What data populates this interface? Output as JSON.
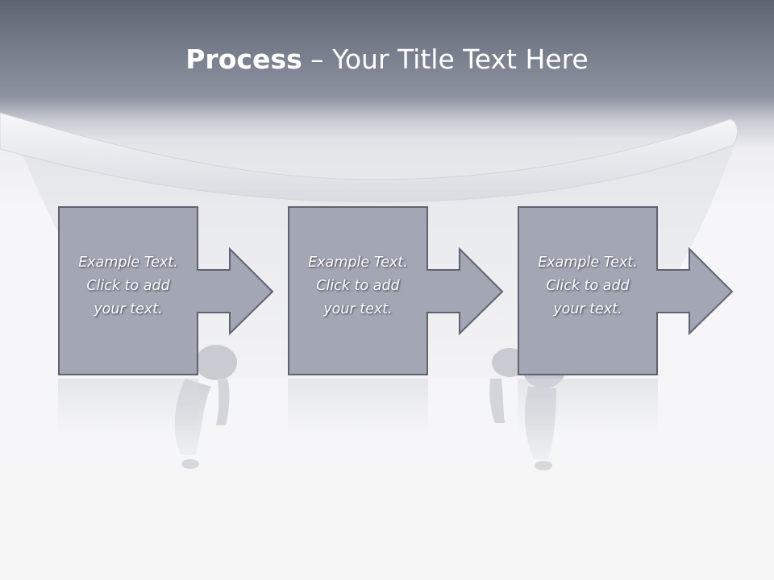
{
  "slide": {
    "title_bold": "Process",
    "title_rest": " – Your Title Text Here"
  },
  "colors": {
    "header_top": "#5e6472",
    "header_bottom": "#8d92a0",
    "box_fill": "#a3a7b4",
    "box_border": "#5f6370",
    "background": "#f6f6f7"
  },
  "steps": [
    {
      "line1": "Example Text.",
      "line2": "Click  to add",
      "line3": "your text."
    },
    {
      "line1": "Example Text.",
      "line2": "Click  to add",
      "line3": "your text."
    },
    {
      "line1": "Example Text.",
      "line2": "Click  to add",
      "line3": "your text."
    }
  ],
  "icons": {
    "step_connector": "right-arrow-icon",
    "background_image": "clawfoot-bathtub"
  }
}
